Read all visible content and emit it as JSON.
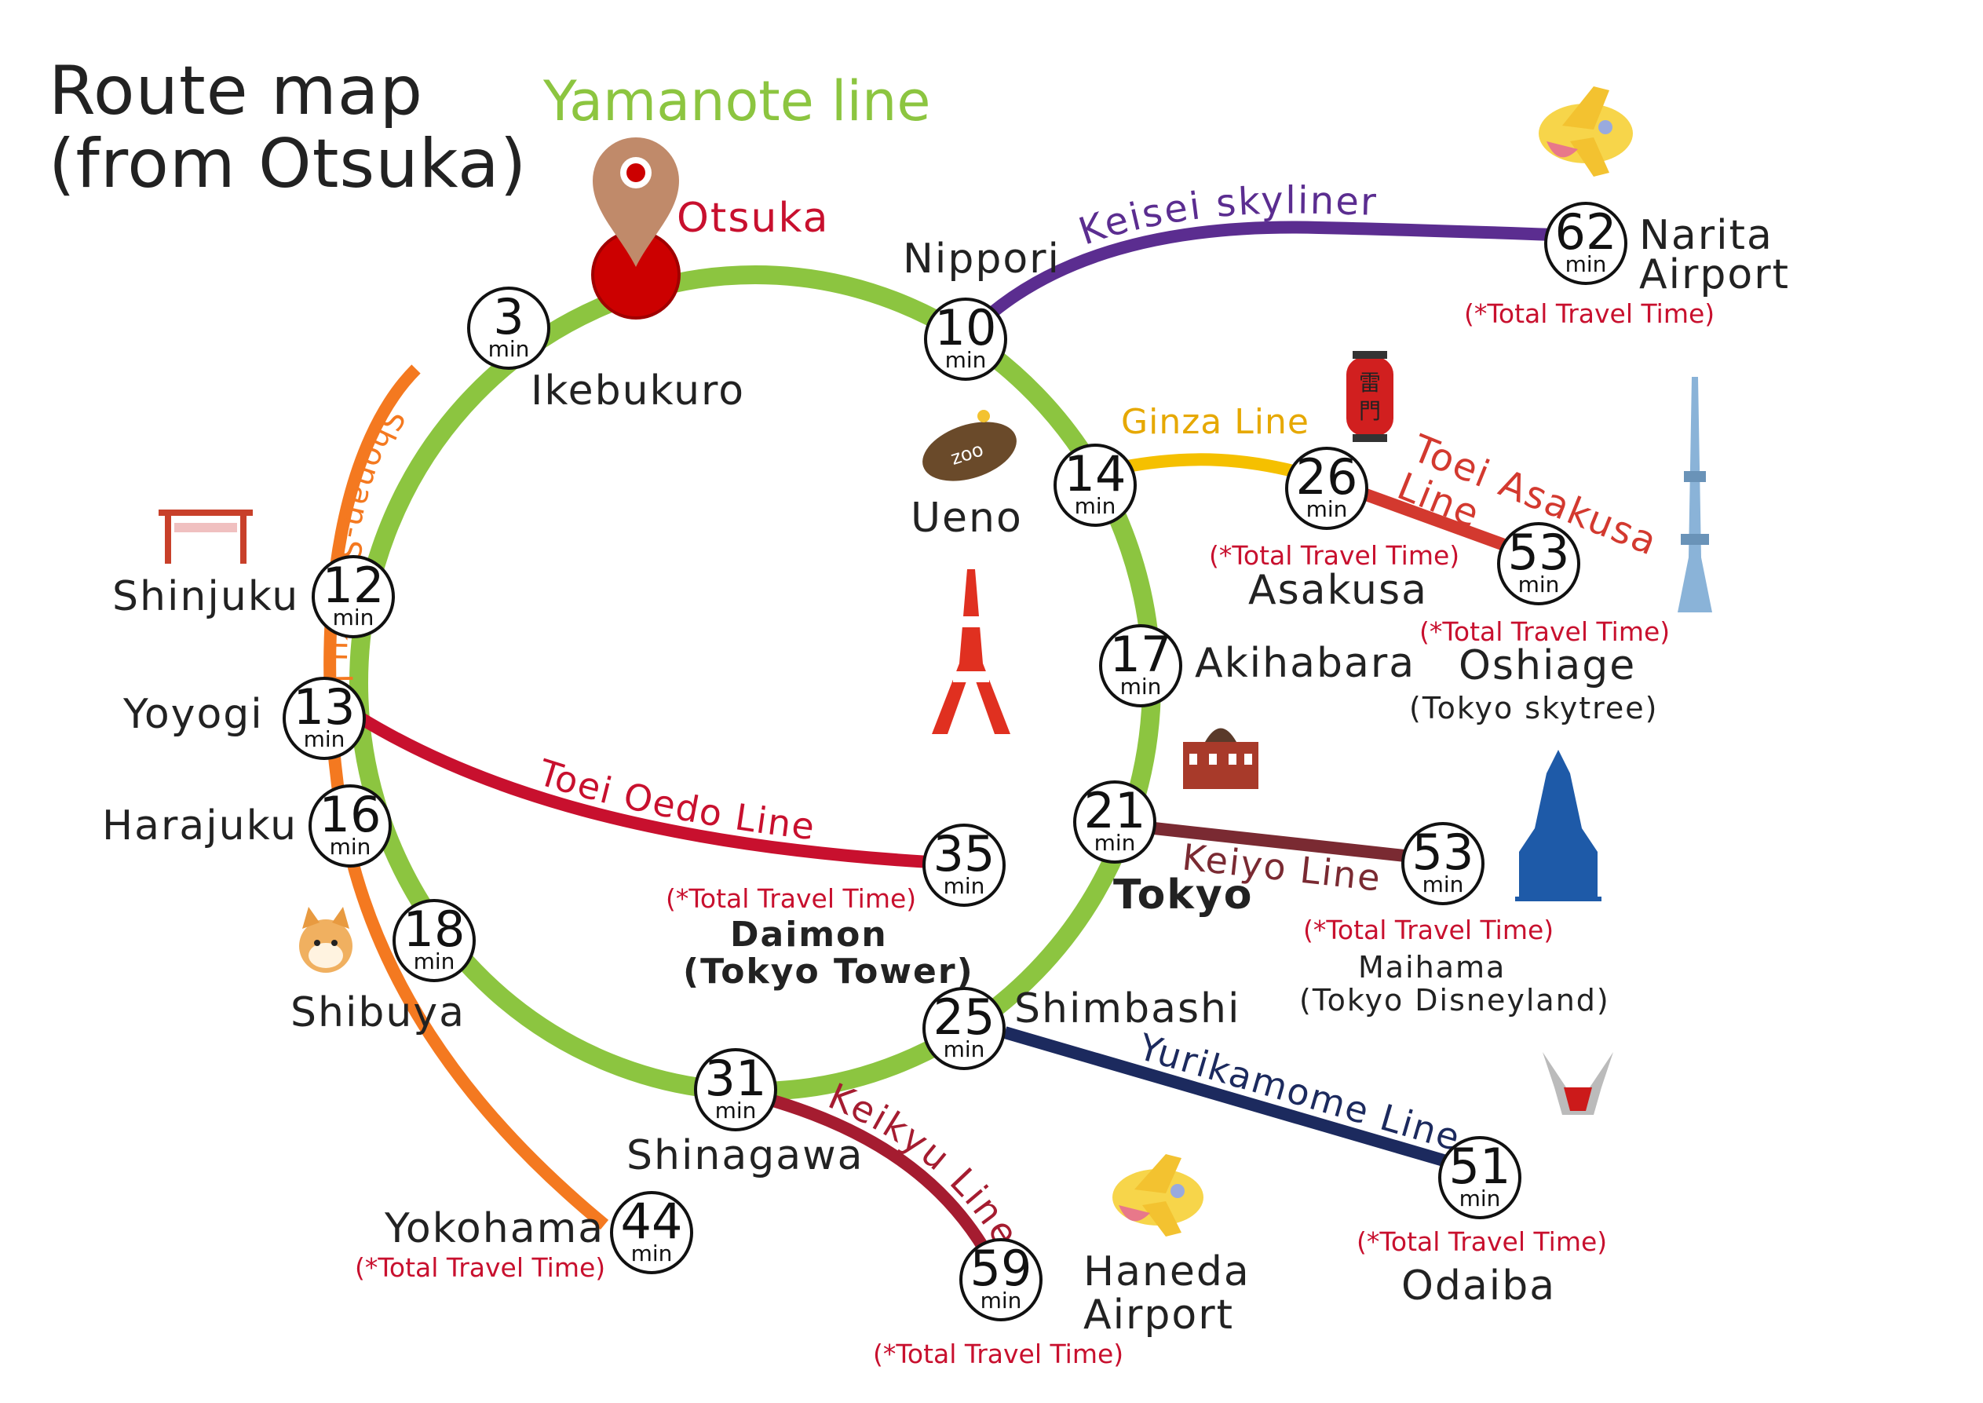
{
  "title": {
    "line1": "Route map",
    "line2": "(from Otsuka)"
  },
  "yamanote_label": "Yamanote line",
  "origin": "Otsuka",
  "min_unit": "min",
  "total_note": "(*Total Travel Time)",
  "colors": {
    "yamanote": "#8cc540",
    "shonan": "#f47920",
    "keisei": "#5b2d90",
    "ginza": "#f5c000",
    "asakusa": "#d3392f",
    "oedo": "#c8102e",
    "keiyo": "#7a2a32",
    "yurikamome": "#1c2a5e",
    "keikyu": "#a51c30",
    "note": "#c8102e"
  },
  "lines": {
    "shonan": "Shonan-Shijuku Line",
    "keisei": "Keisei skyliner",
    "ginza": "Ginza Line",
    "asakusa": "Toei Asakusa Line",
    "oedo": "Toei Oedo Line",
    "keiyo": "Keiyo Line",
    "yurikamome": "Yurikamome Line",
    "keikyu": "Keikyu Line"
  },
  "stations": {
    "ikebukuro": {
      "name": "Ikebukuro",
      "min": "3"
    },
    "nippori": {
      "name": "Nippori",
      "min": "10"
    },
    "ueno": {
      "name": "Ueno",
      "min": "14"
    },
    "akihabara": {
      "name": "Akihabara",
      "min": "17"
    },
    "tokyo": {
      "name": "Tokyo",
      "min": "21"
    },
    "shimbashi": {
      "name": "Shimbashi",
      "min": "25"
    },
    "shinagawa": {
      "name": "Shinagawa",
      "min": "31"
    },
    "shibuya": {
      "name": "Shibuya",
      "min": "18"
    },
    "harajuku": {
      "name": "Harajuku",
      "min": "16"
    },
    "yoyogi": {
      "name": "Yoyogi",
      "min": "13"
    },
    "shinjuku": {
      "name": "Shinjuku",
      "min": "12"
    },
    "narita": {
      "name1": "Narita",
      "name2": "Airport",
      "min": "62"
    },
    "asakusa": {
      "name": "Asakusa",
      "min": "26"
    },
    "oshiage": {
      "name": "Oshiage",
      "sub": "(Tokyo skytree)",
      "min": "53"
    },
    "daimon": {
      "name": "Daimon",
      "sub": "(Tokyo Tower)",
      "min": "35"
    },
    "maihama": {
      "name": "Maihama",
      "sub": "(Tokyo Disneyland)",
      "min": "53"
    },
    "odaiba": {
      "name": "Odaiba",
      "min": "51"
    },
    "haneda": {
      "name1": "Haneda",
      "name2": "Airport",
      "min": "59"
    },
    "yokohama": {
      "name": "Yokohama",
      "min": "44"
    }
  },
  "icons": [
    "map-pin-icon",
    "airplane-icon",
    "lantern-icon",
    "skytree-icon",
    "zoo-icon",
    "tokyo-tower-icon",
    "tokyo-station-icon",
    "castle-icon",
    "torii-gate-icon",
    "shiba-dog-icon",
    "gundam-icon"
  ]
}
